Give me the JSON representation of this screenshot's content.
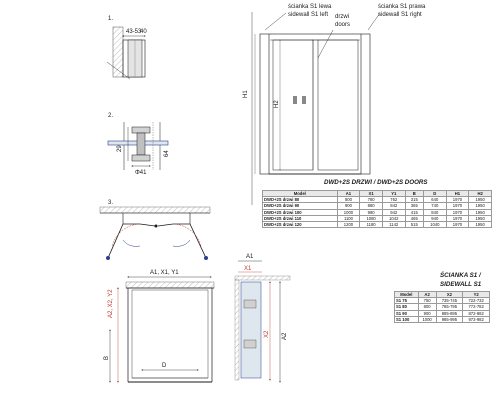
{
  "panel_numbers": [
    "1.",
    "2.",
    "3."
  ],
  "detail1": {
    "dims": [
      "43-53",
      "40"
    ]
  },
  "detail2": {
    "dims": [
      "29",
      "64"
    ],
    "diameter": "Φ41"
  },
  "elevation": {
    "callout_left": [
      "ścianka S1 lewa",
      "sidewall S1 left"
    ],
    "callout_doors": [
      "drzwi",
      "doors"
    ],
    "callout_right": [
      "ścianka S1 prawa",
      "sidewall S1 right"
    ],
    "h1": "H1",
    "h2": "H2"
  },
  "plan": {
    "top_dim": "A1, X1, Y1",
    "left_dim": "A2, X2, Y2",
    "b_label": "B",
    "d_label": "D"
  },
  "side": {
    "x1": "X1",
    "a1": "A1",
    "x2": "X2",
    "a2": "A2"
  },
  "table1": {
    "title": "DWD+2S DRZWI / DWD+2S DOORS",
    "headers": [
      "Model",
      "A1",
      "X1",
      "Y1",
      "B",
      "D",
      "H1",
      "H2"
    ],
    "rows": [
      [
        "DWD+2S drzwi 80",
        "800",
        "780",
        "762",
        "315",
        "640",
        "1970",
        "1950"
      ],
      [
        "DWD+2S drzwi 90",
        "900",
        "880",
        "842",
        "365",
        "740",
        "1970",
        "1950"
      ],
      [
        "DWD+2S drzwi 100",
        "1000",
        "980",
        "942",
        "415",
        "840",
        "1970",
        "1950"
      ],
      [
        "DWD+2S drzwi 110",
        "1100",
        "1080",
        "1042",
        "465",
        "940",
        "1970",
        "1950"
      ],
      [
        "DWD+2S drzwi 120",
        "1200",
        "1180",
        "1142",
        "515",
        "1040",
        "1970",
        "1950"
      ]
    ]
  },
  "table2": {
    "title_line1": "ŚCIANKA S1 /",
    "title_line2": "SIDEWALL S1",
    "headers": [
      "Model",
      "A2",
      "X2",
      "Y2"
    ],
    "rows": [
      [
        "S1 75",
        "750",
        "735-745",
        "722-732"
      ],
      [
        "S1 80",
        "800",
        "785-795",
        "772-782"
      ],
      [
        "S1 90",
        "900",
        "885-895",
        "872-882"
      ],
      [
        "S1 100",
        "1000",
        "985-995",
        "972-982"
      ]
    ]
  },
  "colors": {
    "line": "#1a1a1a",
    "red_dim": "#c0392b",
    "blue_dim": "#2c3e91",
    "hatch": "#bdbdbd",
    "glass": "#dfe7ee"
  }
}
